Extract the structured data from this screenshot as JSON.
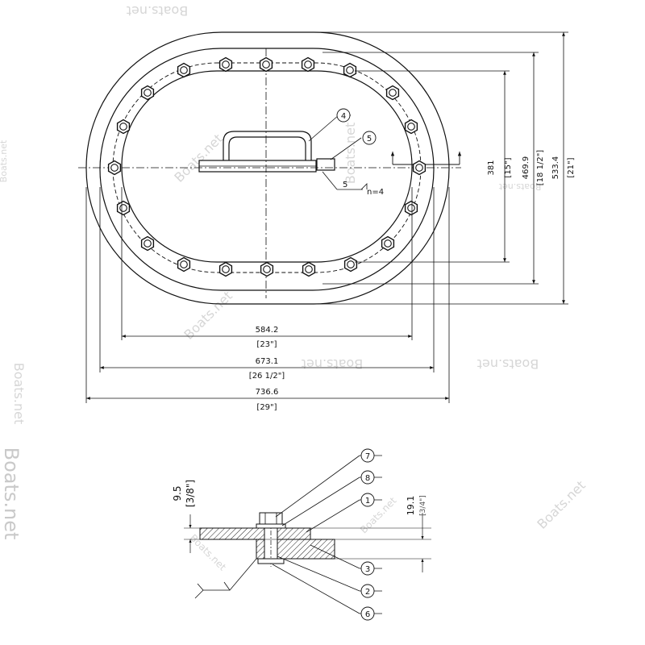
{
  "watermarks": {
    "top": "Boats.net",
    "left_small": "Boats.net",
    "center_1": "Boats.net",
    "center_2": "Boats.net",
    "right_mid": "Boats.net",
    "center_low": "Boats.net",
    "mid_right": "Boats.net",
    "far_right": "Boats.net",
    "left_mid": "Boats.net",
    "left_big": "Boats.net",
    "section_1": "Boats.net",
    "section_2": "Boats.net",
    "bottom_right": "Boats.net"
  },
  "plan_view": {
    "dims": {
      "w_inner": "584.2",
      "w_inner_in": "[23\"]",
      "w_mid": "673.1",
      "w_mid_in": "[26 1/2\"]",
      "w_outer": "736.6",
      "w_outer_in": "[29\"]",
      "h_inner": "381",
      "h_inner_in": "[15\"]",
      "h_mid": "469.9",
      "h_mid_in": "[18 1/2\"]",
      "h_outer": "533.4",
      "h_outer_in": "[21\"]"
    },
    "callouts": {
      "handle": "4",
      "pad": "5",
      "weld_size": "5",
      "weld_count": "n=4"
    }
  },
  "section_view": {
    "dims": {
      "plate": "9.5",
      "plate_in": "[3/8\"]",
      "total": "19.1",
      "total_in": "[3/4\"]"
    },
    "callouts": [
      "7",
      "8",
      "1",
      "3",
      "2",
      "6"
    ]
  }
}
